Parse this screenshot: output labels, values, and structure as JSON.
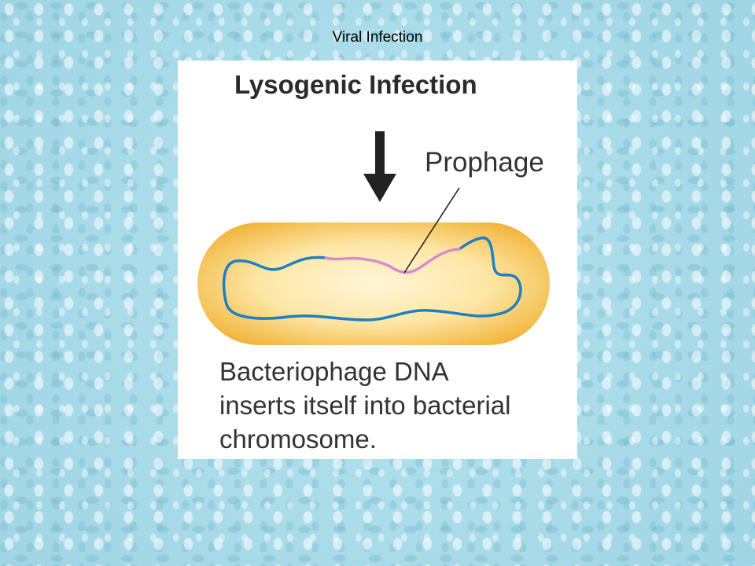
{
  "slide": {
    "title": "Viral Infection"
  },
  "figure": {
    "heading": "Lysogenic Infection",
    "prophage_label": "Prophage",
    "caption_lines": [
      "Bacteriophage DNA",
      "inserts itself into bacterial",
      "chromosome."
    ]
  },
  "colors": {
    "cell_fill": "#f6c55a",
    "cell_center": "#fff3cc",
    "bacterial_dna": "#1f7fc0",
    "prophage_dna": "#d98ad0",
    "arrow": "#222222"
  }
}
